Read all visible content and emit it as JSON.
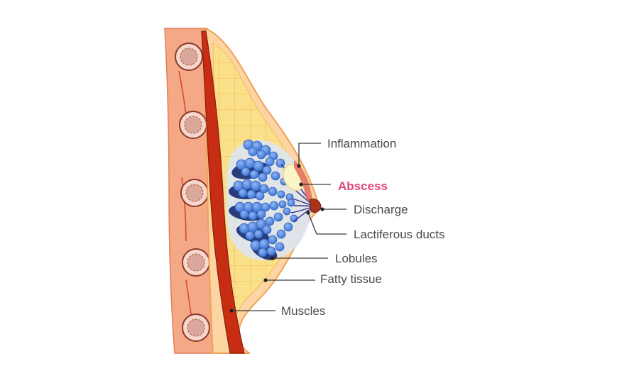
{
  "labels": {
    "inflammation": "Inflammation",
    "abscess": "Abscess",
    "discharge": "Discharge",
    "lactiferous_ducts": "Lactiferous ducts",
    "lobules": "Lobules",
    "fatty_tissue": "Fatty tissue",
    "muscles": "Muscles"
  },
  "colors": {
    "skin_band": "#f4a886",
    "muscle": "#c62d12",
    "fat": "#fbe08a",
    "skin_outline": "#f0a15a",
    "lobule": "#4f86e0",
    "lobule_dark": "#2a3d7a",
    "abscess": "#fbf4c6",
    "inflammation": "#e46a5a",
    "highlight_label": "#e0457b"
  }
}
